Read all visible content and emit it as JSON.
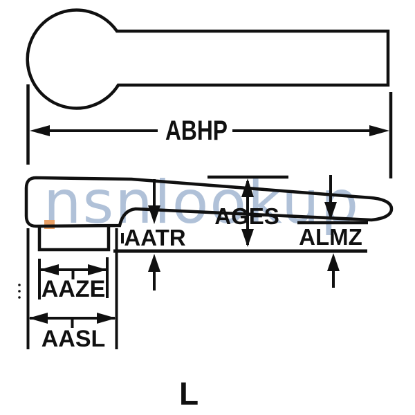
{
  "diagram": {
    "background": "#ffffff",
    "line_color": "#101010",
    "watermark": {
      "text": "nsnlookup",
      "color": "#b0c1d8",
      "accent_color": "#e9a066"
    },
    "figure_letter": "L",
    "dimensions": {
      "abhp": "ABHP",
      "ages": "AGES",
      "aatr": "AATR",
      "almz": "ALMZ",
      "aaze": "AAZE",
      "aasl": "AASL"
    }
  }
}
